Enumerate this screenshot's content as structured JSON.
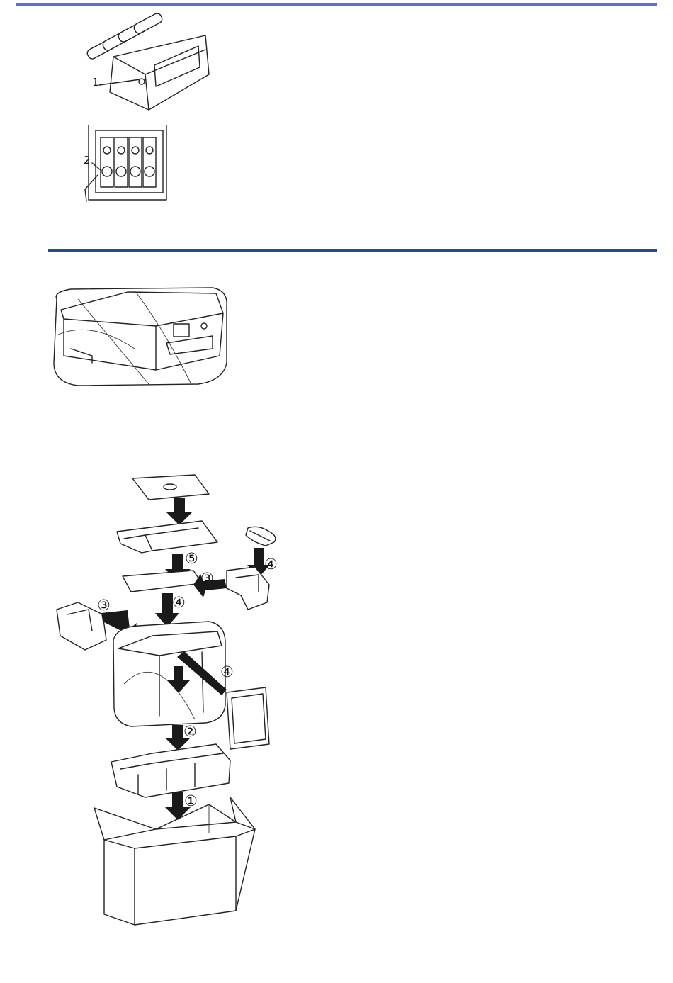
{
  "callouts": {
    "label_1": "1",
    "label_2": "2"
  },
  "steps": {
    "s1": "①",
    "s2": "②",
    "s3a": "③",
    "s3b": "③",
    "s4a": "④",
    "s4b": "④",
    "s4c": "④",
    "s5": "⑤"
  },
  "colors": {
    "top_rule": "#5f6fd8",
    "section_rule": "#1f4f8a"
  }
}
